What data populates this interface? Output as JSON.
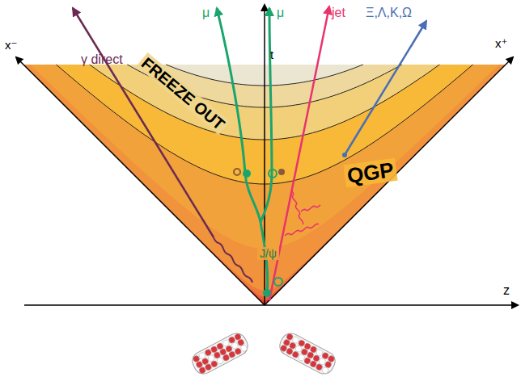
{
  "diagram": {
    "labels": [
      "γ direct",
      "μ",
      "μ",
      "t",
      "jet",
      "Ξ,Λ,K,Ω",
      "x⁻",
      "x⁺",
      "FREEZE OUT",
      "QGP",
      "J/ψ",
      "z"
    ]
  }
}
